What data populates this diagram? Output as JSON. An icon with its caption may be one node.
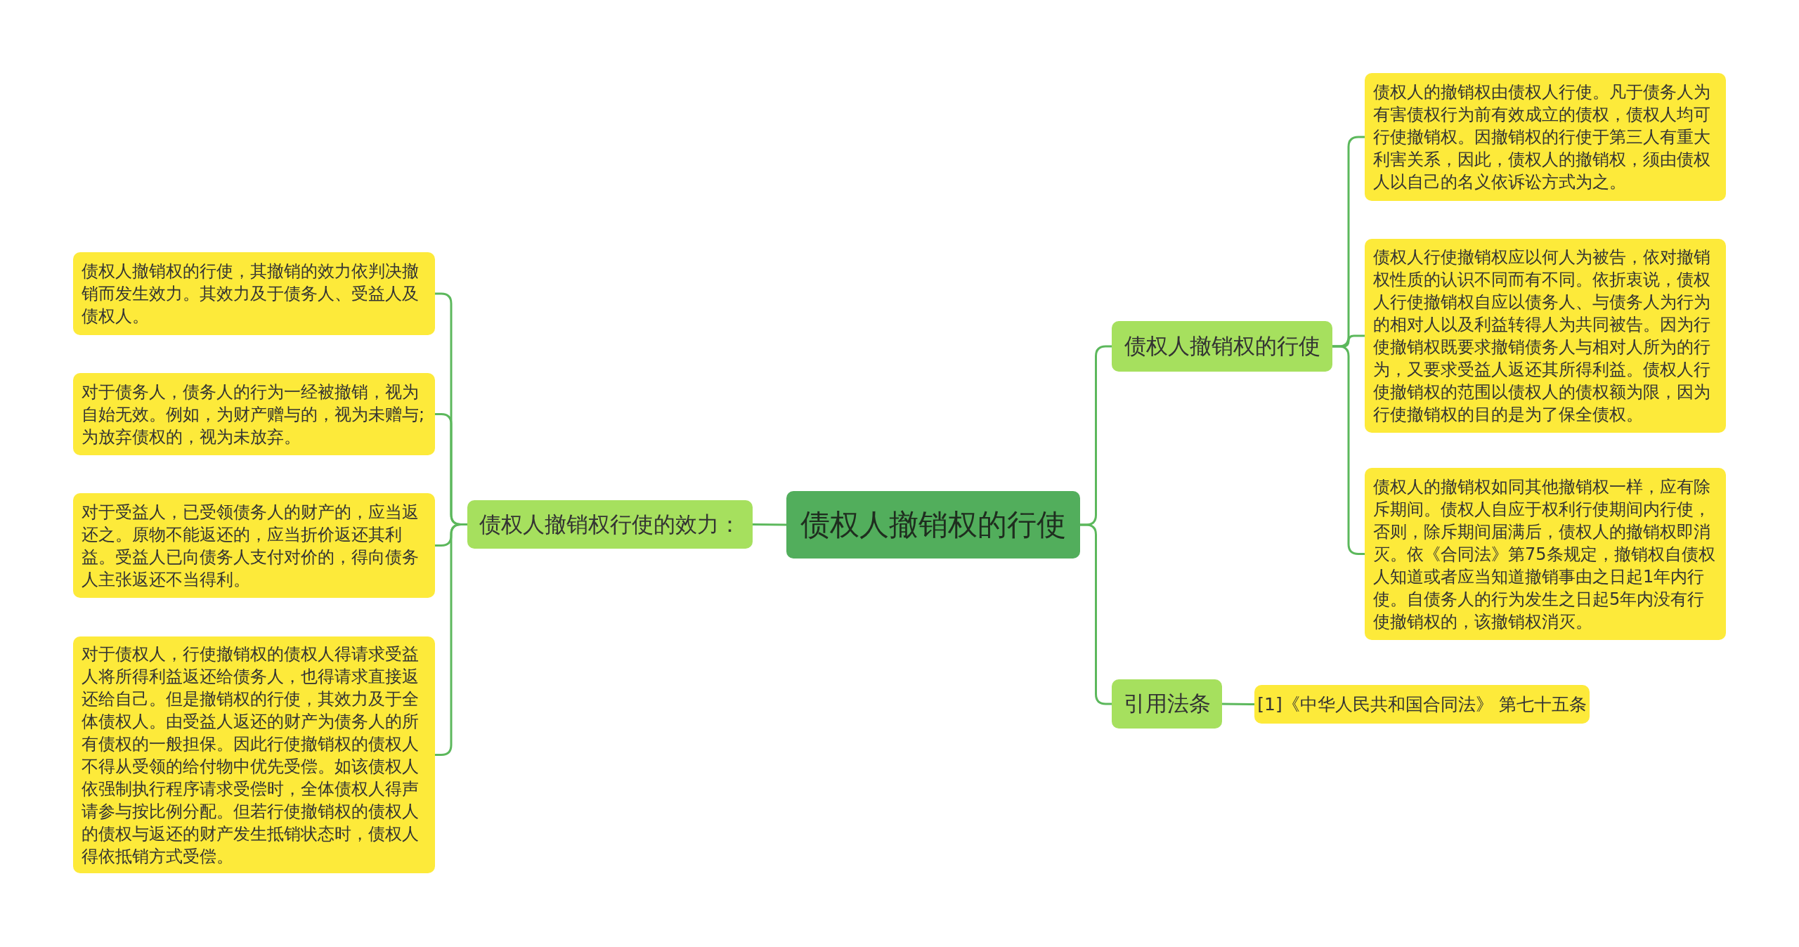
{
  "diagram": {
    "nodes": [
      {
        "text": [
          "债权人撤销权的行使"
        ]
      },
      {
        "text": [
          "债权人撤销权行使的效力："
        ]
      },
      {
        "text": [
          "债权人撤销权的行使，其撤销的效力依判决撤销而发生效力。其效力及于债务人、受益人及债权人。"
        ]
      },
      {
        "text": [
          "对于债务人，债务人的行为一经被撤销，视为自始无效。例如，为财产赠与的，视为未赠与;为放弃债权的，视为未放弃。"
        ]
      },
      {
        "text": [
          "对于受益人，已受领债务人的财产的，应当返还之。原物不能返还的，应当折价返还其利益。受益人已向债务人支付对价的，得向债务人主张返还不当得利。"
        ]
      },
      {
        "text": [
          "对于债权人，行使撤销权的债权人得请求受益人将所得利益返还给债务人，也得请求直接返还给自己。但是撤销权的行使，其效力及于全体债权人。由受益人返还的财产为债务人的所有债权的一般担保。因此行使撤销权的债权人不得从受领的给付物中优先受偿。如该债权人依强制执行程序请求受偿时，全体债权人得声请参与按比例分配。但若行使撤销权的债权人的债权与返还的财产发生抵销状态时，债权人得依抵销方式受偿。"
        ]
      },
      {
        "text": [
          "债权人撤销权的行使"
        ]
      },
      {
        "text": [
          "债权人的撤销权由债权人行使。凡于债务人为有害债权行为前有效成立的债权，债权人均可行使撤销权。因撤销权的行使于第三人有重大利害关系，因此，债权人的撤销权，须由债权人以自己的名义依诉讼方式为之。"
        ]
      },
      {
        "text": [
          "债权人行使撤销权应以何人为被告，依对撤销权性质的认识不同而有不同。依折衷说，债权人行使撤销权自应以债务人、与债务人为行为的相对人以及利益转得人为共同被告。因为行使撤销权既要求撤销债务人与相对人所为的行为，又要求受益人返还其所得利益。债权人行使撤销权的范围以债权人的债权额为限，因为行使撤销权的目的是为了保全债权。"
        ]
      },
      {
        "text": [
          "债权人的撤销权如同其他撤销权一样，应有除斥期间。债权人自应于权利行使期间内行使，否则，除斥期间届满后，债权人的撤销权即消灭。依《合同法》第75条规定，撤销权自债权人知道或者应当知道撤销事由之日起1年内行使。自债务人的行为发生之日起5年内没有行使撤销权的，该撤销权消灭。"
        ]
      },
      {
        "text": [
          "引用法条"
        ]
      },
      {
        "text": [
          "[1]《中华人民共和国合同法》 第七十五条"
        ]
      }
    ],
    "edges": [
      {
        "from": 0,
        "to": 1,
        "arrow": "none"
      },
      {
        "from": 1,
        "to": 2,
        "arrow": "none"
      },
      {
        "from": 1,
        "to": 3,
        "arrow": "none"
      },
      {
        "from": 1,
        "to": 4,
        "arrow": "none"
      },
      {
        "from": 1,
        "to": 5,
        "arrow": "none"
      },
      {
        "from": 0,
        "to": 6,
        "arrow": "none"
      },
      {
        "from": 6,
        "to": 7,
        "arrow": "none"
      },
      {
        "from": 6,
        "to": 8,
        "arrow": "none"
      },
      {
        "from": 6,
        "to": 9,
        "arrow": "none"
      },
      {
        "from": 0,
        "to": 10,
        "arrow": "none"
      },
      {
        "from": 10,
        "to": 11,
        "arrow": "none"
      }
    ]
  }
}
